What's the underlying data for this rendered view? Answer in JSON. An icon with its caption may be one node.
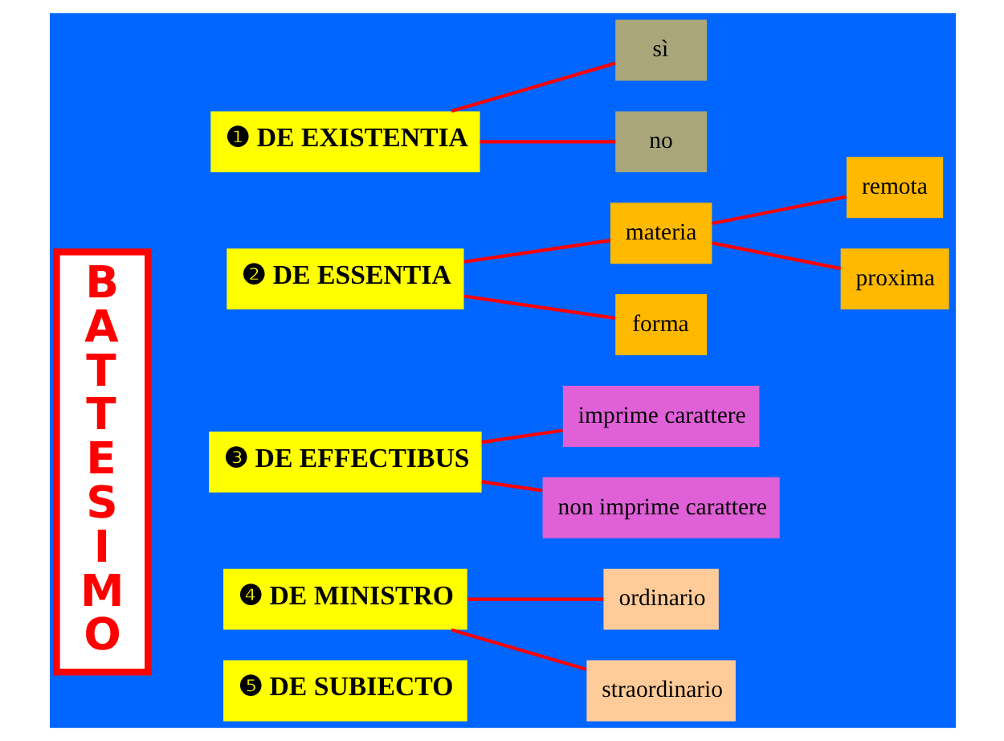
{
  "diagram": {
    "nodes": [
      {
        "text": [
          "BATTESIMO"
        ]
      },
      {
        "text": [
          "❶ DE EXISTENTIA"
        ]
      },
      {
        "text": [
          "sì"
        ]
      },
      {
        "text": [
          "no"
        ]
      },
      {
        "text": [
          "❷ DE ESSENTIA"
        ]
      },
      {
        "text": [
          "materia"
        ]
      },
      {
        "text": [
          "remota"
        ]
      },
      {
        "text": [
          "proxima"
        ]
      },
      {
        "text": [
          "forma"
        ]
      },
      {
        "text": [
          "❸ DE EFFECTIBUS"
        ]
      },
      {
        "text": [
          "imprime carattere"
        ]
      },
      {
        "text": [
          "non imprime carattere"
        ]
      },
      {
        "text": [
          "❹ DE MINISTRO"
        ]
      },
      {
        "text": [
          "ordinario"
        ]
      },
      {
        "text": [
          "straordinario"
        ]
      },
      {
        "text": [
          "❺ DE SUBIECTO"
        ]
      }
    ],
    "edges": [
      {
        "from": 1,
        "to": 2,
        "arrow": "none"
      },
      {
        "from": 1,
        "to": 3,
        "arrow": "none"
      },
      {
        "from": 4,
        "to": 5,
        "arrow": "none"
      },
      {
        "from": 4,
        "to": 8,
        "arrow": "none"
      },
      {
        "from": 5,
        "to": 6,
        "arrow": "none"
      },
      {
        "from": 5,
        "to": 7,
        "arrow": "none"
      },
      {
        "from": 9,
        "to": 10,
        "arrow": "none"
      },
      {
        "from": 9,
        "to": 11,
        "arrow": "none"
      },
      {
        "from": 12,
        "to": 13,
        "arrow": "none"
      },
      {
        "from": 12,
        "to": 14,
        "arrow": "none"
      }
    ]
  }
}
